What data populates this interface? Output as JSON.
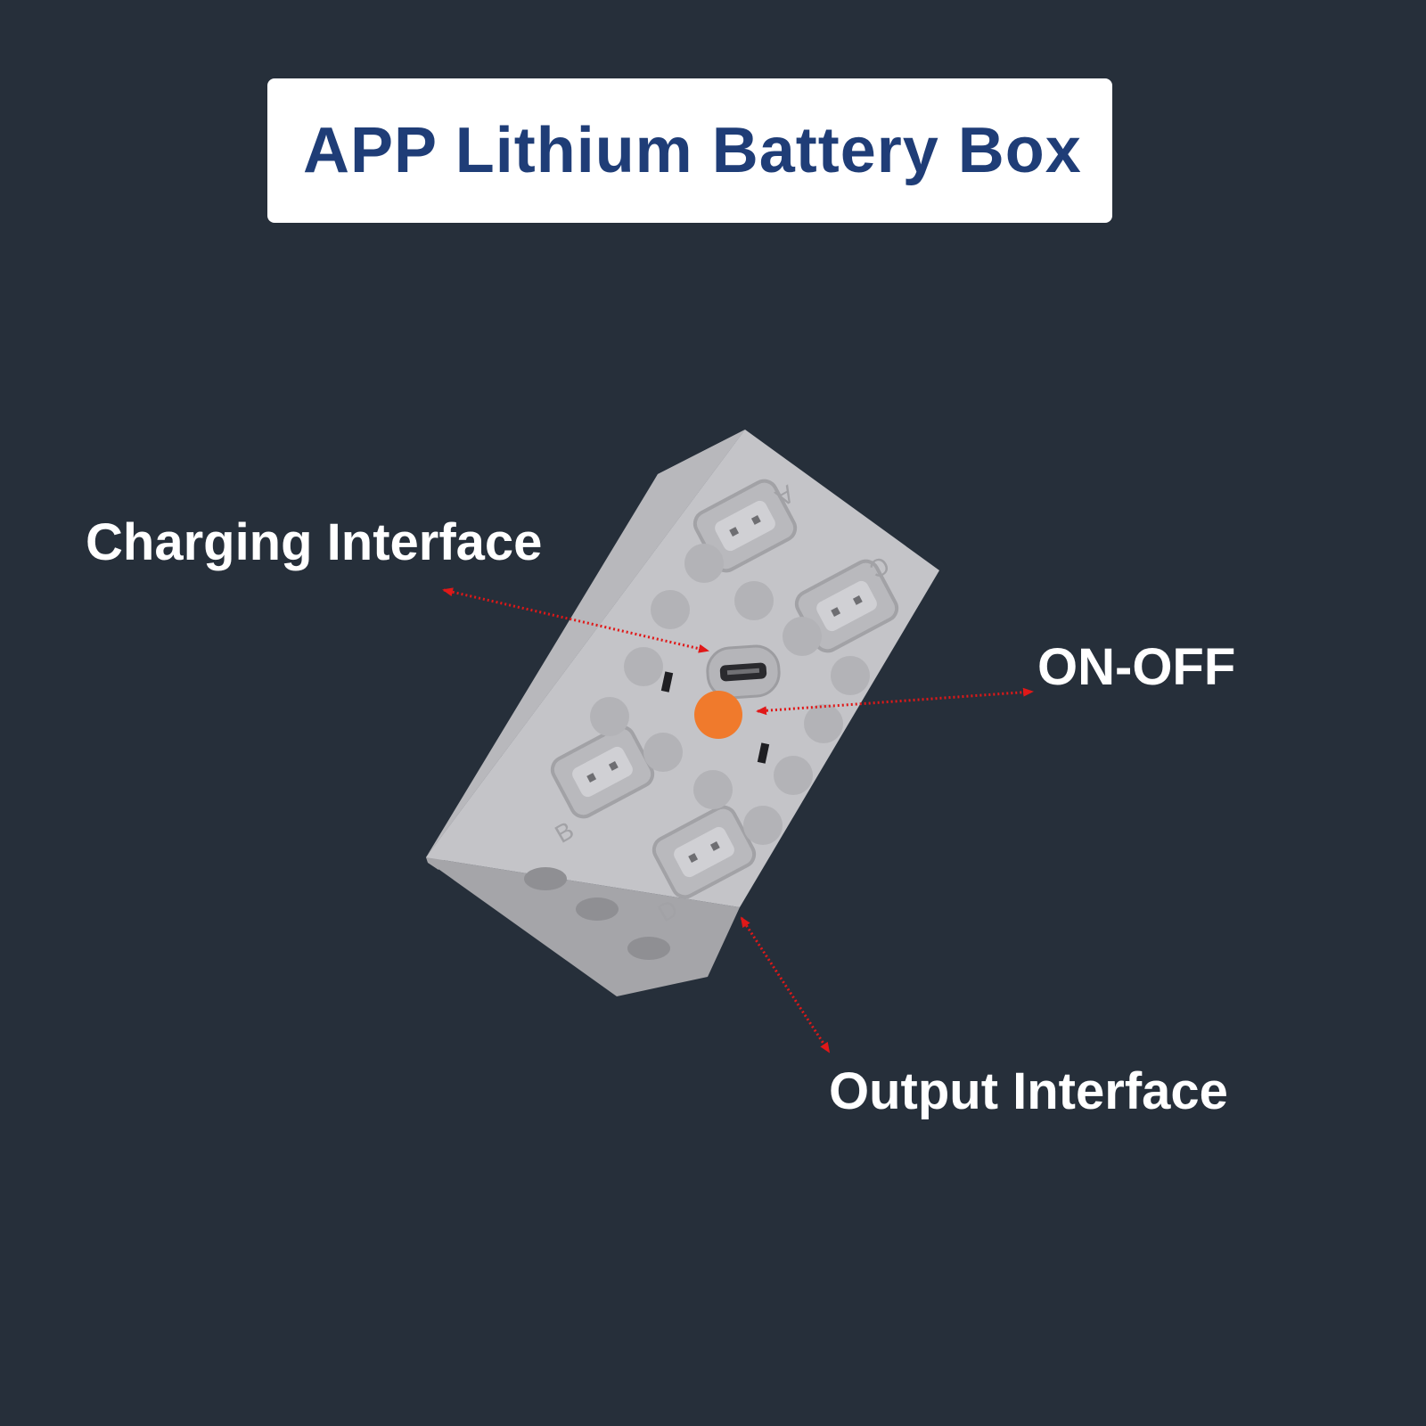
{
  "title": "APP Lithium Battery Box",
  "labels": {
    "charging": "Charging Interface",
    "onoff": "ON-OFF",
    "output": "Output Interface"
  },
  "port_letters": {
    "a": "A",
    "b": "B",
    "c": "C",
    "d": "D"
  },
  "colors": {
    "background": "#262f3a",
    "title_text": "#1f3d77",
    "arrow": "#e01818",
    "button": "#f07a2c",
    "box_top": "#c2c2c6",
    "box_side": "#a9a9ad"
  }
}
